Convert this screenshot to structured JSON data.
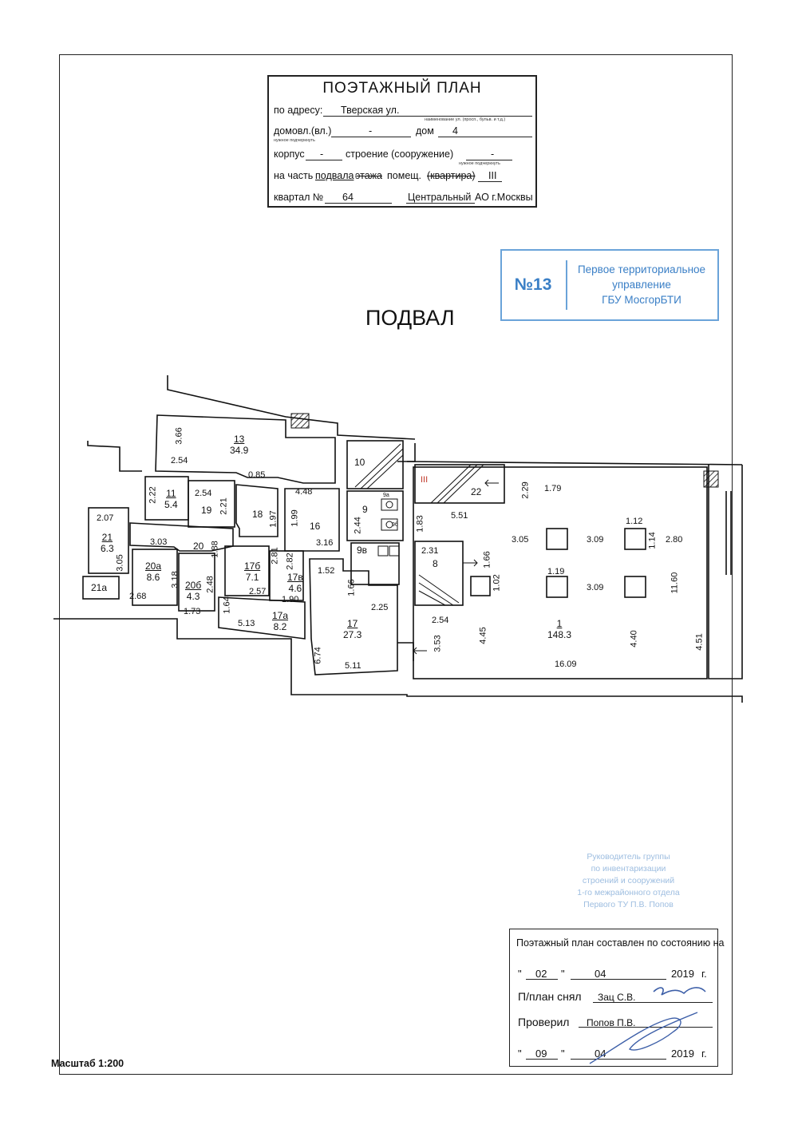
{
  "header": {
    "title": "ПОЭТАЖНЫЙ ПЛАН",
    "address_label": "по адресу:",
    "address_value": "Тверская ул.",
    "address_hint": "наименование ул. (просп., бульв. и т.д.)",
    "domovl_label": "домовл.(вл.)",
    "domovl_value": "-",
    "domovl_hint": "нужное подчеркнуть",
    "dom_label": "дом",
    "dom_value": "4",
    "korpus_label": "корпус",
    "korpus_value": "-",
    "stroenie_label": "строение (сооружение)",
    "stroenie_value": "-",
    "stroenie_hint": "нужное подчеркнуть",
    "part_label": "на часть",
    "part_podval": "подвала",
    "part_etazh": "этажа",
    "part_pomesh": "помещ.",
    "part_kvartira": "(квартира)",
    "part_value": "III",
    "kvartal_label": "квартал №",
    "kvartal_value": "64",
    "district": "Центральный",
    "district_suffix": "АО г.Москвы"
  },
  "stamp": {
    "number": "№13",
    "line1": "Первое территориальное",
    "line2": "управление",
    "line3": "ГБУ МосгорБТИ",
    "color": "#3a7fc6"
  },
  "floor_title": "ПОДВАЛ",
  "rooms": [
    {
      "id": "13",
      "area": "34.9"
    },
    {
      "id": "11",
      "area": "5.4"
    },
    {
      "id": "19",
      "area": ""
    },
    {
      "id": "18",
      "area": ""
    },
    {
      "id": "16",
      "area": ""
    },
    {
      "id": "10",
      "area": ""
    },
    {
      "id": "9",
      "area": ""
    },
    {
      "id": "9а",
      "area": ""
    },
    {
      "id": "9б",
      "area": ""
    },
    {
      "id": "9в",
      "area": ""
    },
    {
      "id": "21",
      "area": "6.3"
    },
    {
      "id": "21а",
      "area": ""
    },
    {
      "id": "20",
      "area": ""
    },
    {
      "id": "20а",
      "area": "8.6"
    },
    {
      "id": "20б",
      "area": "4.3"
    },
    {
      "id": "17б",
      "area": "7.1"
    },
    {
      "id": "17в",
      "area": "4.6"
    },
    {
      "id": "17а",
      "area": "8.2"
    },
    {
      "id": "17",
      "area": "27.3"
    },
    {
      "id": "22",
      "area": ""
    },
    {
      "id": "8",
      "area": ""
    },
    {
      "id": "1",
      "area": "148.3"
    }
  ],
  "stair_mark": "III",
  "dims": [
    "3.66",
    "2.54",
    "0.85",
    "4.48",
    "2.22",
    "2.54",
    "2.21",
    "1.97",
    "1.99",
    "3.16",
    "2.07",
    "3.05",
    "3.03",
    "1.88",
    "2.81",
    "2.82",
    "3.18",
    "2.48",
    "2.68",
    "1.73",
    "2.57",
    "1.90",
    "1.64",
    "5.13",
    "1.52",
    "1.66",
    "2.25",
    "6.74",
    "5.11",
    "2.44",
    "2.29",
    "1.79",
    "5.51",
    "1.83",
    "1.12",
    "3.05",
    "3.09",
    "1.14",
    "2.80",
    "2.31",
    "1.66",
    "1.19",
    "3.09",
    "1.02",
    "11.60",
    "2.54",
    "3.53",
    "4.45",
    "4.40",
    "4.51",
    "16.09"
  ],
  "faded_signature": {
    "line1": "Руководитель группы",
    "line2": "по инвентаризации",
    "line3": "строений и сооружений",
    "line4": "1-го межрайонного отдела",
    "line5": "Первого ТУ П.В. Попов"
  },
  "footer": {
    "state_title": "Поэтажный план составлен по состоянию на",
    "date1_day": "02",
    "date1_month": "04",
    "date1_year": "2019",
    "year_suffix": "г.",
    "surveyed_label": "П/план снял",
    "surveyed_value": "Зац С.В.",
    "checked_label": "Проверил",
    "checked_value": "Попов П.В.",
    "date2_day": "09",
    "date2_month": "04",
    "date2_year": "2019"
  },
  "scale": "Масштаб 1:200"
}
